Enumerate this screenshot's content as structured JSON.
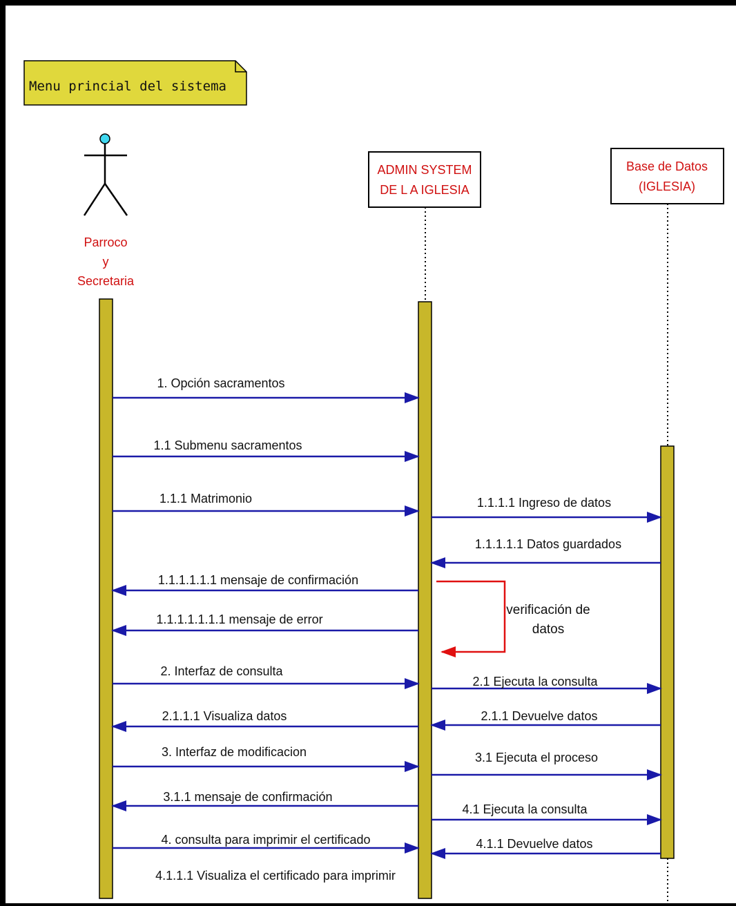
{
  "note": {
    "title": "Menu princial del sistema"
  },
  "actor": {
    "lines": [
      "Parroco",
      "y",
      "Secretaria"
    ]
  },
  "lifelines": {
    "system": {
      "lines": [
        "ADMIN SYSTEM",
        "DE L A IGLESIA"
      ]
    },
    "database": {
      "lines": [
        "Base de Datos",
        "(IGLESIA)"
      ]
    }
  },
  "messages": [
    {
      "id": "m1",
      "from": "actor",
      "to": "system",
      "label": "1. Opción  sacramentos"
    },
    {
      "id": "m2",
      "from": "actor",
      "to": "system",
      "label": "1.1 Submenu sacramentos"
    },
    {
      "id": "m3",
      "from": "actor",
      "to": "system",
      "label": "1.1.1 Matrimonio"
    },
    {
      "id": "m4",
      "from": "system",
      "to": "database",
      "label": "1.1.1.1 Ingreso de datos"
    },
    {
      "id": "m5",
      "from": "database",
      "to": "system",
      "label": "1.1.1.1.1 Datos guardados"
    },
    {
      "id": "m6",
      "from": "system",
      "to": "actor",
      "label": "1.1.1.1.1.1 mensaje de confirmación"
    },
    {
      "id": "m7",
      "from": "system",
      "to": "actor",
      "label": "1.1.1.1.1.1.1 mensaje de error"
    },
    {
      "id": "m8",
      "from": "actor",
      "to": "system",
      "label": "2. Interfaz de consulta"
    },
    {
      "id": "m9",
      "from": "system",
      "to": "database",
      "label": "2.1 Ejecuta la consulta"
    },
    {
      "id": "m10",
      "from": "system",
      "to": "actor",
      "label": "2.1.1.1 Visualiza datos"
    },
    {
      "id": "m11",
      "from": "database",
      "to": "system",
      "label": "2.1.1 Devuelve datos"
    },
    {
      "id": "m12",
      "from": "actor",
      "to": "system",
      "label": "3. Interfaz de modificacion"
    },
    {
      "id": "m13",
      "from": "system",
      "to": "database",
      "label": "3.1 Ejecuta el proceso"
    },
    {
      "id": "m14",
      "from": "system",
      "to": "actor",
      "label": "3.1.1 mensaje de confirmación"
    },
    {
      "id": "m15",
      "from": "system",
      "to": "database",
      "label": "4.1 Ejecuta la consulta"
    },
    {
      "id": "m16",
      "from": "actor",
      "to": "system",
      "label": "4. consulta para imprimir el certificado"
    },
    {
      "id": "m17",
      "from": "database",
      "to": "system",
      "label": "4.1.1 Devuelve datos"
    },
    {
      "id": "m18",
      "from": "system",
      "to": "actor",
      "label": "4.1.1.1 Visualiza el certificado para imprimir"
    }
  ],
  "self_message": {
    "lines": [
      "verificación de",
      "datos"
    ]
  },
  "colors": {
    "frame": "#000000",
    "note_fill": "#e0d83c",
    "activation_fill": "#c8b72a",
    "message_arrow": "#1a1aa8",
    "self_arrow": "#e01010",
    "lifeline_label": "#d01010",
    "actor_head": "#40d8f0"
  }
}
